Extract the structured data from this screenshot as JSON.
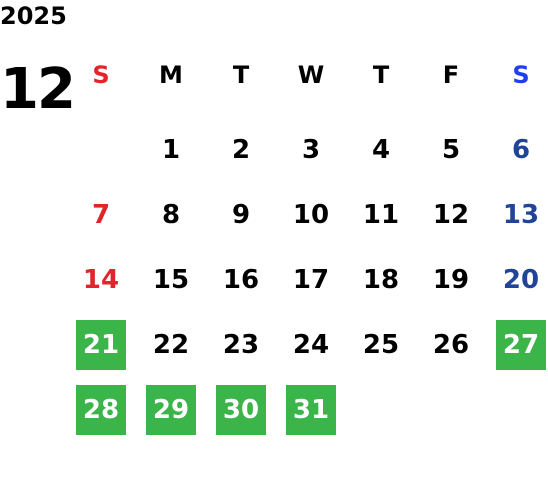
{
  "year": "2025",
  "month": "12",
  "weekdays": [
    "S",
    "M",
    "T",
    "W",
    "T",
    "F",
    "S"
  ],
  "weeks": [
    [
      "",
      "1",
      "2",
      "3",
      "4",
      "5",
      "6"
    ],
    [
      "7",
      "8",
      "9",
      "10",
      "11",
      "12",
      "13"
    ],
    [
      "14",
      "15",
      "16",
      "17",
      "18",
      "19",
      "20"
    ],
    [
      "21",
      "22",
      "23",
      "24",
      "25",
      "26",
      "27"
    ],
    [
      "28",
      "29",
      "30",
      "31",
      "",
      "",
      ""
    ]
  ],
  "highlighted_days": [
    "21",
    "27",
    "28",
    "29",
    "30",
    "31"
  ],
  "colors": {
    "sunday": "#e0262b",
    "saturday_header": "#1f3ff0",
    "saturday": "#1f4498",
    "highlight": "#3bb44a",
    "text": "#000000"
  }
}
